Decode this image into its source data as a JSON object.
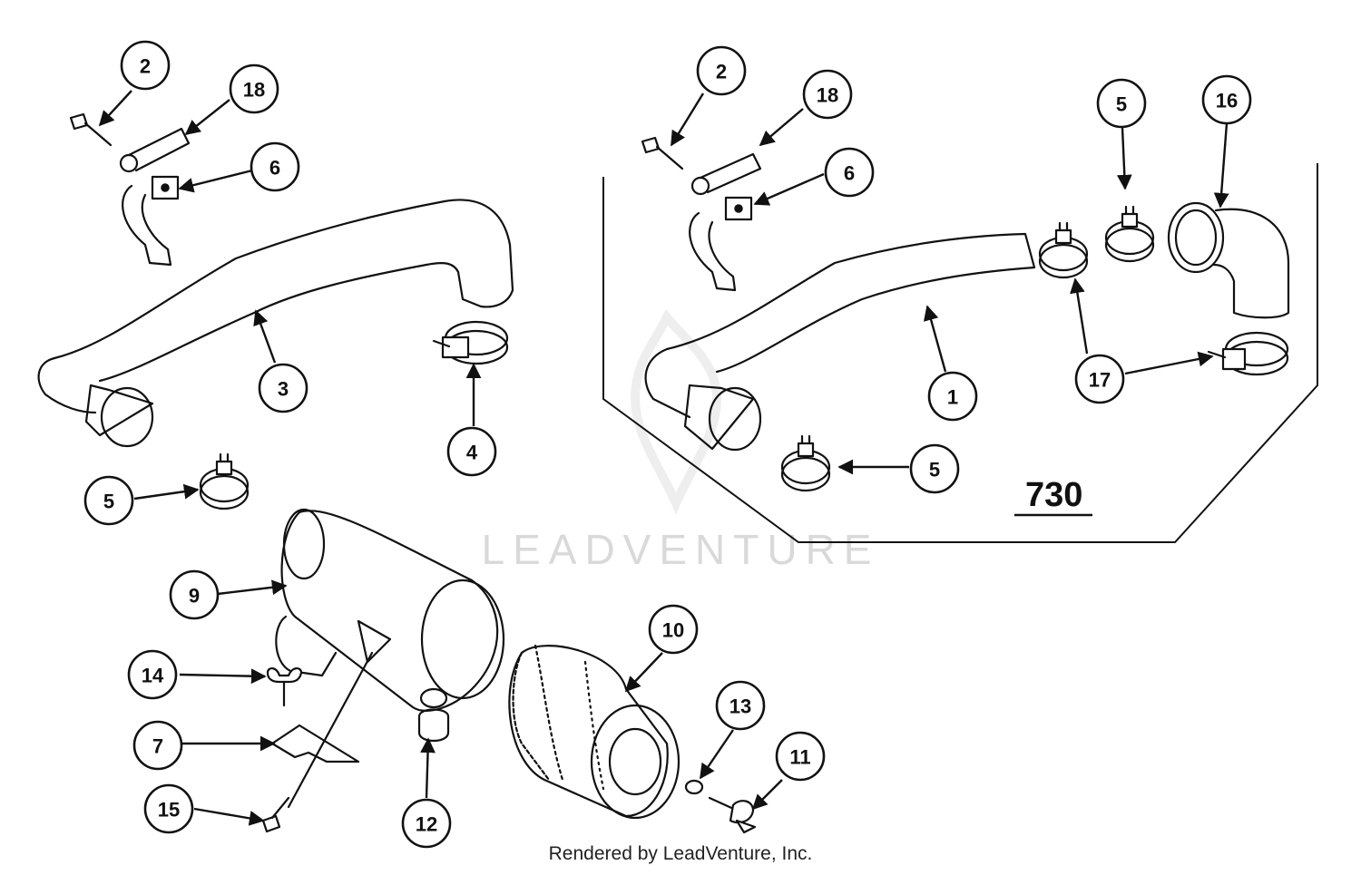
{
  "watermark": "LEADVENTURE",
  "footer": "Rendered by LeadVenture, Inc.",
  "model_label": "730",
  "callouts": [
    {
      "id": "c-2a",
      "label": "2"
    },
    {
      "id": "c-18a",
      "label": "18"
    },
    {
      "id": "c-6a",
      "label": "6"
    },
    {
      "id": "c-3",
      "label": "3"
    },
    {
      "id": "c-4",
      "label": "4"
    },
    {
      "id": "c-5a",
      "label": "5"
    },
    {
      "id": "c-2b",
      "label": "2"
    },
    {
      "id": "c-18b",
      "label": "18"
    },
    {
      "id": "c-6b",
      "label": "6"
    },
    {
      "id": "c-5b",
      "label": "5"
    },
    {
      "id": "c-16",
      "label": "16"
    },
    {
      "id": "c-17",
      "label": "17"
    },
    {
      "id": "c-1",
      "label": "1"
    },
    {
      "id": "c-5c",
      "label": "5"
    },
    {
      "id": "c-9",
      "label": "9"
    },
    {
      "id": "c-10",
      "label": "10"
    },
    {
      "id": "c-14",
      "label": "14"
    },
    {
      "id": "c-13",
      "label": "13"
    },
    {
      "id": "c-11",
      "label": "11"
    },
    {
      "id": "c-7",
      "label": "7"
    },
    {
      "id": "c-15",
      "label": "15"
    },
    {
      "id": "c-12",
      "label": "12"
    }
  ]
}
